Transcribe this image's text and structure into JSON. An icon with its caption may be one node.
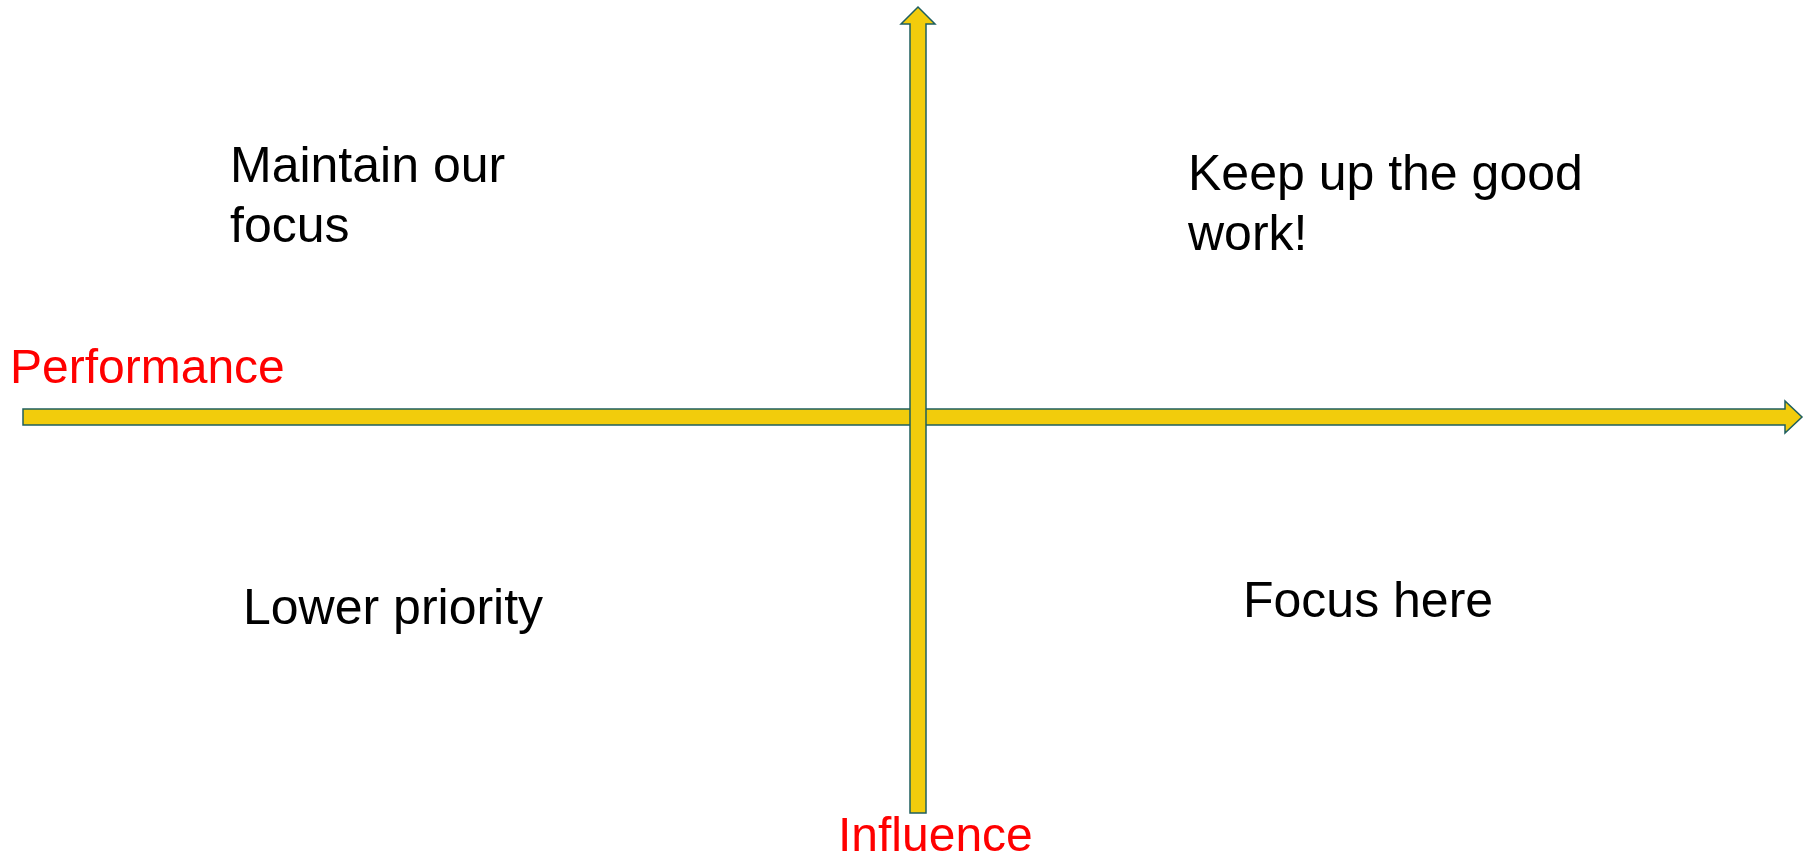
{
  "diagram": {
    "labels": [
      "Maintain our focus",
      "Keep up the good work!",
      "Performance",
      "Lower priority",
      "Focus here",
      "Influence"
    ]
  }
}
